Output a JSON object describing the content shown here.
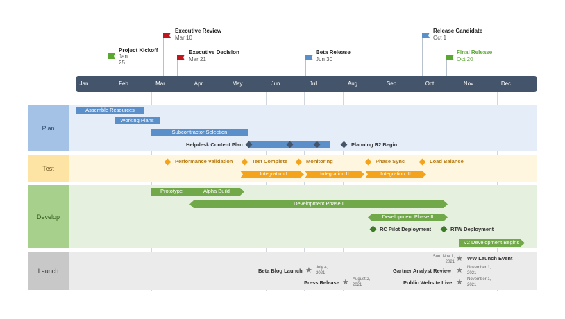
{
  "milestones": [
    {
      "title": "Project Kickoff",
      "date": "Jan\n25",
      "color": "#5aa832"
    },
    {
      "title": "Executive Review",
      "date": "Mar 10",
      "color": "#c0161c"
    },
    {
      "title": "Executive Decision",
      "date": "Mar 21",
      "color": "#c0161c"
    },
    {
      "title": "Beta Release",
      "date": "Jun 30",
      "color": "#5b8fc9"
    },
    {
      "title": "Release Candidate",
      "date": "Oct 1",
      "color": "#5b8fc9"
    },
    {
      "title": "Final Release",
      "date": "Oct 20",
      "color": "#5aa832"
    }
  ],
  "months": [
    "Jan",
    "Feb",
    "Mar",
    "Apr",
    "May",
    "Jun",
    "Jul",
    "Aug",
    "Sep",
    "Oct",
    "Nov",
    "Dec"
  ],
  "lanes": {
    "plan": {
      "label": "Plan",
      "color": "#a4c2e6",
      "band": "#e4edf8"
    },
    "test": {
      "label": "Test",
      "color": "#fde4a4",
      "band": "#fef6de"
    },
    "develop": {
      "label": "Develop",
      "color": "#a8d08d",
      "band": "#e6f0de"
    },
    "launch": {
      "label": "Launch",
      "color": "#c8c8c8",
      "band": "#ebebeb"
    }
  },
  "plan": {
    "tasks": [
      "Assemble Resources",
      "Working Plans",
      "Subcontractor Selection"
    ],
    "helpdesk": "Helpdesk Content Plan",
    "r2": "Planning R2 Begin"
  },
  "test": {
    "milestones": [
      "Performance Validation",
      "Test Complete",
      "Monitoring",
      "Phase Sync",
      "Load Balance"
    ],
    "integrations": [
      "Integration I",
      "Integration II",
      "Integration III"
    ]
  },
  "develop": {
    "prototype": "Prototype",
    "alpha": "Alpha Build",
    "phase1": "Development Phase I",
    "phase2": "Development Phase II",
    "rc_pilot": "RC Pilot Deployment",
    "rtw": "RTW Deployment",
    "v2": "V2 Development Begins"
  },
  "launch": {
    "beta_blog": "Beta Blog Launch",
    "beta_blog_date": "July 4,\n2021",
    "press": "Press Release",
    "press_date": "August 2,\n2021",
    "ww_date": "Sun, Nov 1,\n2021",
    "ww": "WW Launch Event",
    "gartner": "Gartner Analyst Review",
    "gartner_date": "November 1,\n2021",
    "public": "Public Website Live",
    "public_date": "November 1,\n2021"
  },
  "colors": {
    "scale": "#44546a",
    "blue_task": "#5b8fc9",
    "orange": "#f3a31c",
    "green": "#71a84a",
    "dark_green": "#3e7b27",
    "slate": "#44546a",
    "star": "#7a7a7a"
  }
}
